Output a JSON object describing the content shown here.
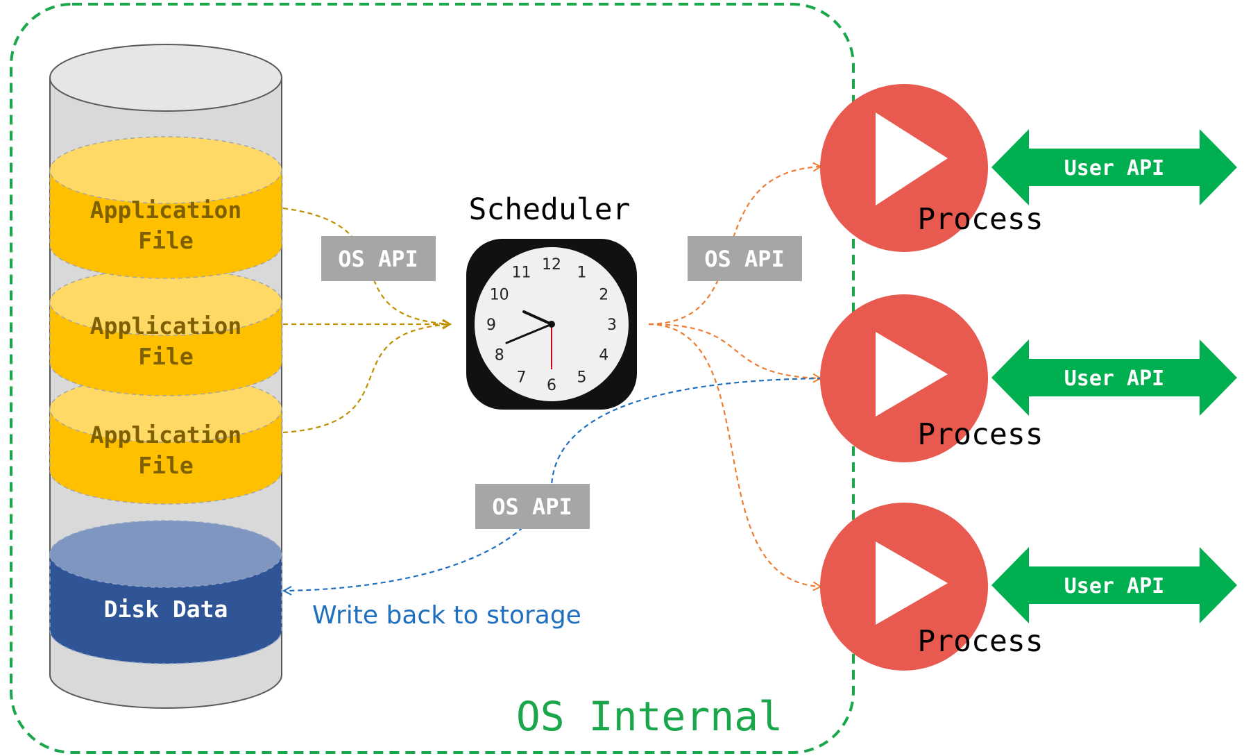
{
  "os_internal_label": "OS Internal",
  "storage": {
    "app_files": [
      {
        "line1": "Application",
        "line2": "File"
      },
      {
        "line1": "Application",
        "line2": "File"
      },
      {
        "line1": "Application",
        "line2": "File"
      }
    ],
    "disk_data": "Disk Data"
  },
  "scheduler": {
    "title": "Scheduler",
    "clock_numbers": [
      "12",
      "1",
      "2",
      "3",
      "4",
      "5",
      "6",
      "7",
      "8",
      "9",
      "10",
      "11"
    ]
  },
  "api_labels": {
    "left": "OS API",
    "right": "OS API",
    "bottom": "OS API"
  },
  "write_back": "Write back to storage",
  "processes": [
    {
      "label": "Process",
      "user_api": "User API"
    },
    {
      "label": "Process",
      "user_api": "User API"
    },
    {
      "label": "Process",
      "user_api": "User API"
    }
  ],
  "colors": {
    "os_boundary": "#1aa64a",
    "app_file": "#ffc000",
    "app_file_text": "#7f6000",
    "disk_data": "#2f5597",
    "process": "#e85a4f",
    "user_api": "#00b050",
    "os_api_box": "#a6a6a6",
    "arrow_gold": "#bf9000",
    "arrow_orange": "#ed7d31",
    "arrow_blue": "#1f6fbf"
  }
}
